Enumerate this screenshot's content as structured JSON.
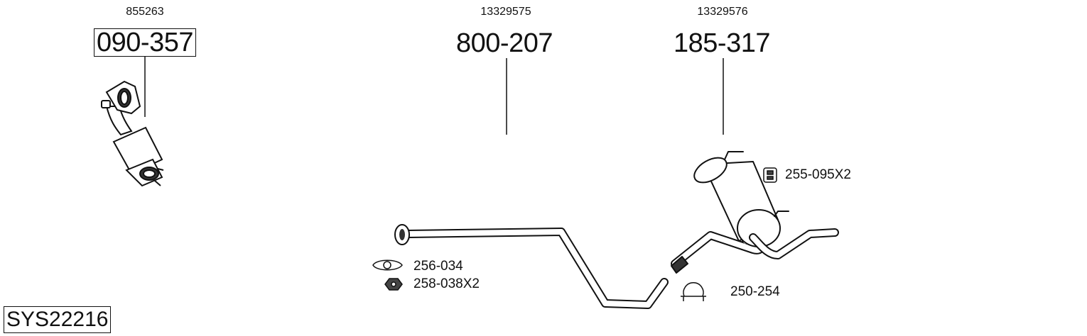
{
  "parts": [
    {
      "oe": "855263",
      "part_number": "090-357",
      "boxed": true
    },
    {
      "oe": "13329575",
      "part_number": "800-207",
      "boxed": false
    },
    {
      "oe": "13329576",
      "part_number": "185-317",
      "boxed": false
    }
  ],
  "hardware": [
    {
      "icon": "gasket-icon",
      "label": "256-034"
    },
    {
      "icon": "nut-icon",
      "label": "258-038X2"
    },
    {
      "icon": "rubber-mount-icon",
      "label": "255-095X2"
    },
    {
      "icon": "clamp-icon",
      "label": "250-254"
    }
  ],
  "system_id": "SYS22216"
}
